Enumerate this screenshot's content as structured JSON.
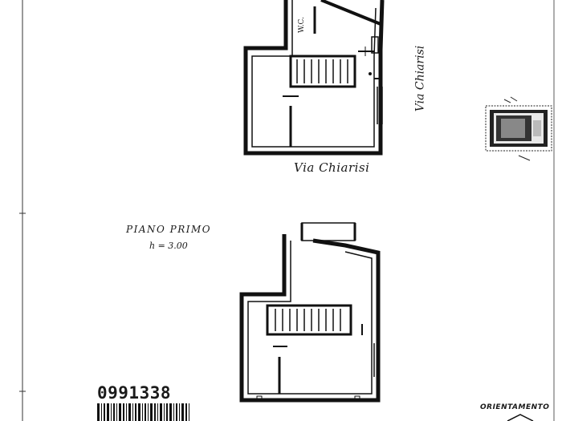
{
  "upper_plan": {
    "street_label_bottom": "Via Chiarisi",
    "street_label_side": "Via Chiarisi",
    "room_label": "W.C."
  },
  "lower_plan": {
    "floor_title": "PIANO PRIMO",
    "floor_height": "h = 3.00"
  },
  "footer": {
    "document_number": "0991338",
    "orientation_label": "ORIENTAMENTO"
  }
}
